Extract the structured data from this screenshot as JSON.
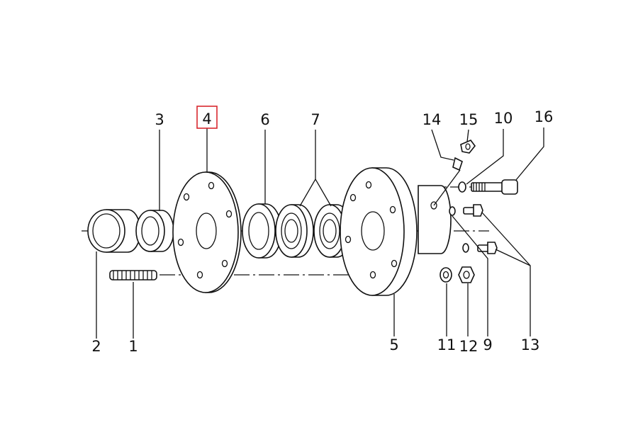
{
  "labels": {
    "p1": "1",
    "p2": "2",
    "p3": "3",
    "p4": "4",
    "p5": "5",
    "p6": "6",
    "p7": "7",
    "p9": "9",
    "p10": "10",
    "p11": "11",
    "p12": "12",
    "p13": "13",
    "p14": "14",
    "p15": "15",
    "p16": "16"
  },
  "highlighted_part": "4",
  "colors": {
    "line": "#111111",
    "highlight": "#d9272e",
    "background": "#ffffff"
  }
}
